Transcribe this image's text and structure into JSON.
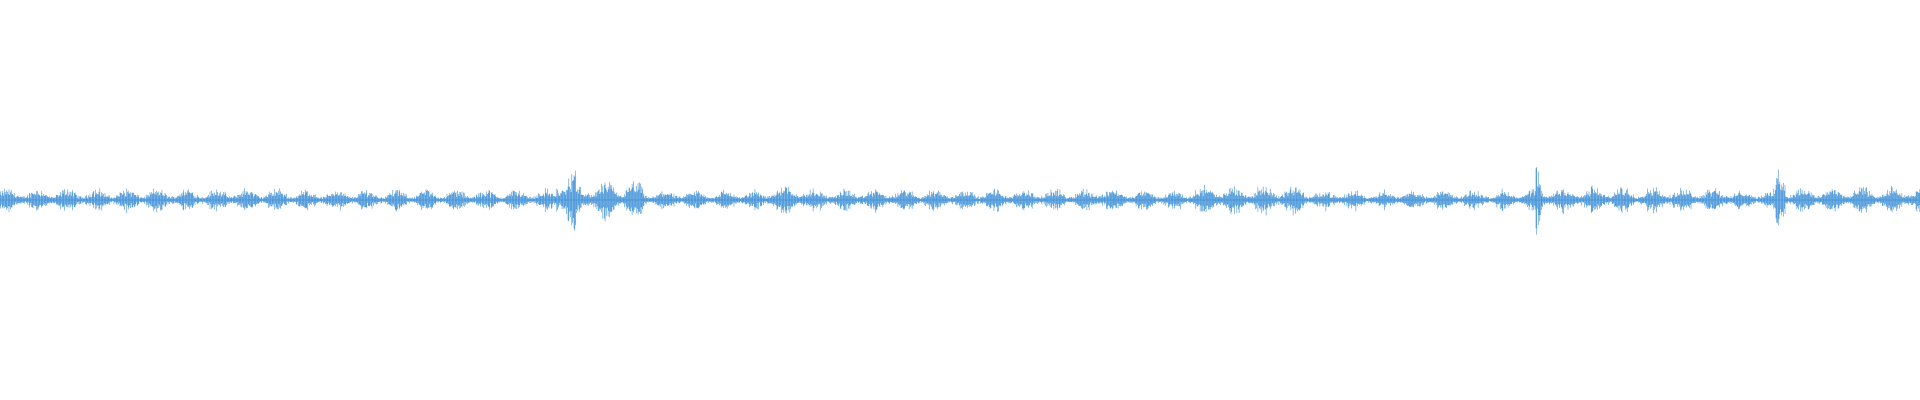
{
  "waveform": {
    "color": "#3d8fd6",
    "background": "#ffffff",
    "segments": [
      {
        "start": 0.0,
        "end": 0.15,
        "amplitude": 0.035
      },
      {
        "start": 0.15,
        "end": 0.29,
        "amplitude": 0.032
      },
      {
        "start": 0.29,
        "end": 0.3,
        "amplitude": 0.095
      },
      {
        "start": 0.3,
        "end": 0.305,
        "amplitude": 0.045
      },
      {
        "start": 0.305,
        "end": 0.335,
        "amplitude": 0.055
      },
      {
        "start": 0.335,
        "end": 0.4,
        "amplitude": 0.03
      },
      {
        "start": 0.4,
        "end": 0.42,
        "amplitude": 0.05
      },
      {
        "start": 0.42,
        "end": 0.57,
        "amplitude": 0.034
      },
      {
        "start": 0.57,
        "end": 0.58,
        "amplitude": 0.045
      },
      {
        "start": 0.58,
        "end": 0.62,
        "amplitude": 0.03
      },
      {
        "start": 0.62,
        "end": 0.68,
        "amplitude": 0.045
      },
      {
        "start": 0.68,
        "end": 0.8,
        "amplitude": 0.03
      },
      {
        "start": 0.8,
        "end": 0.803,
        "amplitude": 0.11
      },
      {
        "start": 0.803,
        "end": 0.9,
        "amplitude": 0.04
      },
      {
        "start": 0.9,
        "end": 0.925,
        "amplitude": 0.03
      },
      {
        "start": 0.925,
        "end": 0.93,
        "amplitude": 0.14
      },
      {
        "start": 0.93,
        "end": 1.0,
        "amplitude": 0.04
      }
    ]
  }
}
